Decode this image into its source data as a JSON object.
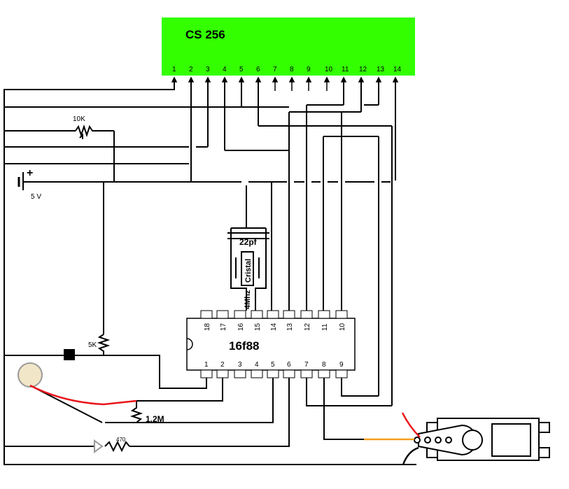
{
  "lcd": {
    "title": "CS 256",
    "color": "#33ff00",
    "pins": [
      "1",
      "2",
      "3",
      "4",
      "5",
      "6",
      "7",
      "8",
      "9",
      "10",
      "11",
      "12",
      "13",
      "14"
    ]
  },
  "pic": {
    "name": "16f88",
    "top_pins": [
      "18",
      "17",
      "16",
      "15",
      "14",
      "13",
      "12",
      "11",
      "10"
    ],
    "bottom_pins": [
      "1",
      "2",
      "3",
      "4",
      "5",
      "6",
      "7",
      "8",
      "9"
    ]
  },
  "labels": {
    "pot": "10K",
    "supply": "5 V",
    "capacitor": "22pf",
    "crystal_name": "Cristal",
    "crystal_freq": "4Mhz",
    "pullup": "5K",
    "piezo_res": "1.2M",
    "led_res": "470"
  },
  "colors": {
    "wire": "#000000",
    "red_wire": "#e8141a",
    "orange_wire": "#f2a01a",
    "servo_body": "#ffffff"
  }
}
